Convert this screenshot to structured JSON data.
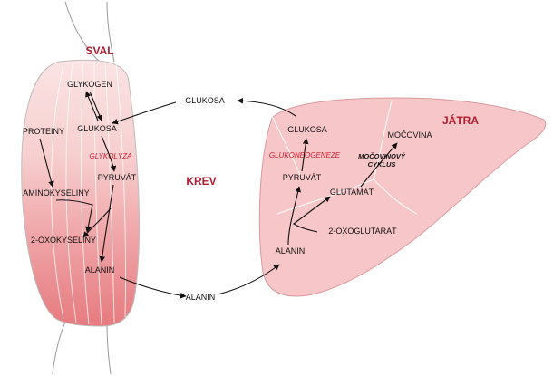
{
  "muscle": {
    "title": "SVAL",
    "glykogen": "GLYKOGEN",
    "glukosa": "GLUKOSA",
    "proteiny": "PROTEINY",
    "glykolyza": "GLYKOLÝZA",
    "aminokyseliny": "AMINOKYSELINY",
    "pyruvat": "PYRUVÁT",
    "oxokyseliny": "2-OXOKYSELINY",
    "alanin": "ALANIN"
  },
  "blood": {
    "title": "KREV",
    "glukosa": "GLUKOSA",
    "alanin": "ALANIN"
  },
  "liver": {
    "title": "JÁTRA",
    "glukosa": "GLUKOSA",
    "glukoneogeneze": "GLUKONEOGENEZE",
    "pyruvat": "PYRUVÁT",
    "glutamat": "GLUTAMÁT",
    "mocovina": "MOČOVINA",
    "cyklus_line1": "MOČOVINOVÝ",
    "cyklus_line2": "CYKLUS",
    "oxoglutarat": "2-OXOGLUTARÁT",
    "alanin": "ALANIN"
  },
  "colors": {
    "muscle_light": "#f9d6d6",
    "muscle_dark": "#e67b7f",
    "liver_fill": "#f7c6c8",
    "title_red": "#b01c2e",
    "process_red": "#d81e2c"
  }
}
